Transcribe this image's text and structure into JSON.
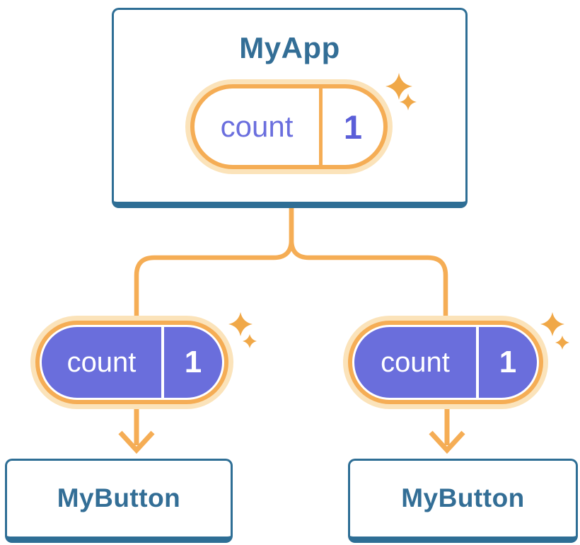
{
  "diagram": {
    "root": {
      "title": "MyApp",
      "state": {
        "name": "count",
        "value": "1"
      }
    },
    "children": [
      {
        "title": "MyButton",
        "state": {
          "name": "count",
          "value": "1"
        }
      },
      {
        "title": "MyButton",
        "state": {
          "name": "count",
          "value": "1"
        }
      }
    ]
  },
  "colors": {
    "card_border_blue": "#2E6E95",
    "title_text_blue": "#336E96",
    "connector_orange": "#F5AD55",
    "pill_ring_orange": "#F5AD55",
    "pill_glow_peach": "#FBE3BA",
    "pill_fill_purple": "#6A6EDC",
    "state_name_purple": "#6B6FDE",
    "state_value_purple": "#5A5ED8",
    "sparkle_orange": "#F0A848",
    "card_fill_white": "#FFFFFF"
  }
}
